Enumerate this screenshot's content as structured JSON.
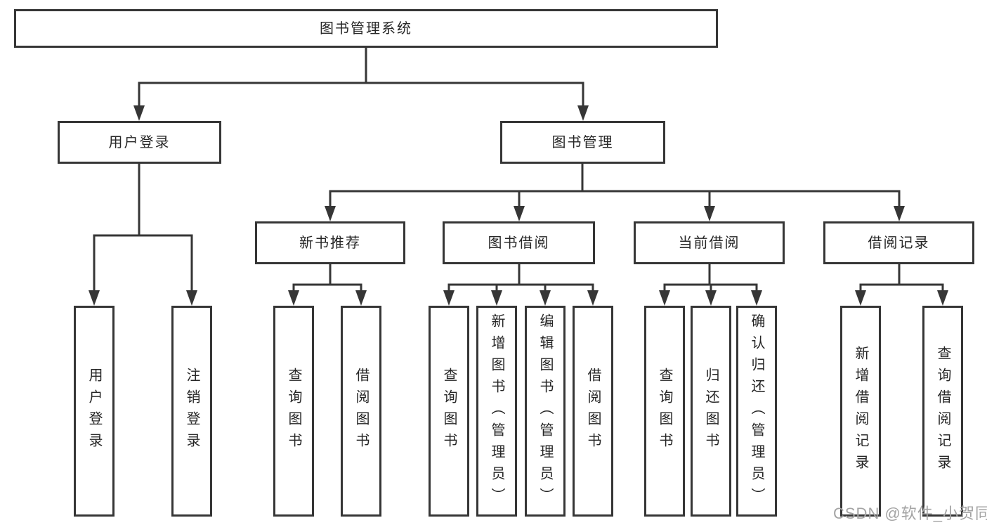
{
  "diagram": {
    "nodes": {
      "root": {
        "label": "图书管理系统"
      },
      "user_login": {
        "label": "用户登录"
      },
      "book_mgmt": {
        "label": "图书管理"
      },
      "new_book_rec": {
        "label": "新书推荐"
      },
      "book_borrow": {
        "label": "图书借阅"
      },
      "current_borrow": {
        "label": "当前借阅"
      },
      "borrow_record": {
        "label": "借阅记录"
      },
      "leaf_user_login": {
        "label": "用户登录"
      },
      "leaf_logout": {
        "label": "注销登录"
      },
      "leaf_query_book_rec": {
        "label": "查询图书"
      },
      "leaf_borrow_book_rec": {
        "label": "借阅图书"
      },
      "leaf_query_book_borrow": {
        "label": "查询图书"
      },
      "leaf_add_book_admin": {
        "label": "新增图书（管理员）"
      },
      "leaf_edit_book_admin": {
        "label": "编辑图书（管理员）"
      },
      "leaf_borrow_book_borrow": {
        "label": "借阅图书"
      },
      "leaf_query_book_current": {
        "label": "查询图书"
      },
      "leaf_return_book": {
        "label": "归还图书"
      },
      "leaf_confirm_return_admin": {
        "label": "确认归还（管理员）"
      },
      "leaf_add_borrow_record": {
        "label": "新增借阅记录"
      },
      "leaf_query_borrow_record": {
        "label": "查询借阅记录"
      }
    },
    "hierarchy": {
      "图书管理系统": [
        "用户登录",
        "图书管理"
      ],
      "用户登录": [
        "用户登录",
        "注销登录"
      ],
      "图书管理": [
        "新书推荐",
        "图书借阅",
        "当前借阅",
        "借阅记录"
      ],
      "新书推荐": [
        "查询图书",
        "借阅图书"
      ],
      "图书借阅": [
        "查询图书",
        "新增图书（管理员）",
        "编辑图书（管理员）",
        "借阅图书"
      ],
      "当前借阅": [
        "查询图书",
        "归还图书",
        "确认归还（管理员）"
      ],
      "借阅记录": [
        "新增借阅记录",
        "查询借阅记录"
      ]
    }
  },
  "watermark": {
    "text": "CSDN @软件_小贺同学"
  },
  "colors": {
    "line": "#363636",
    "box_border": "#363636",
    "text": "#262626",
    "watermark": "#a4a4a4",
    "background": "#ffffff"
  }
}
